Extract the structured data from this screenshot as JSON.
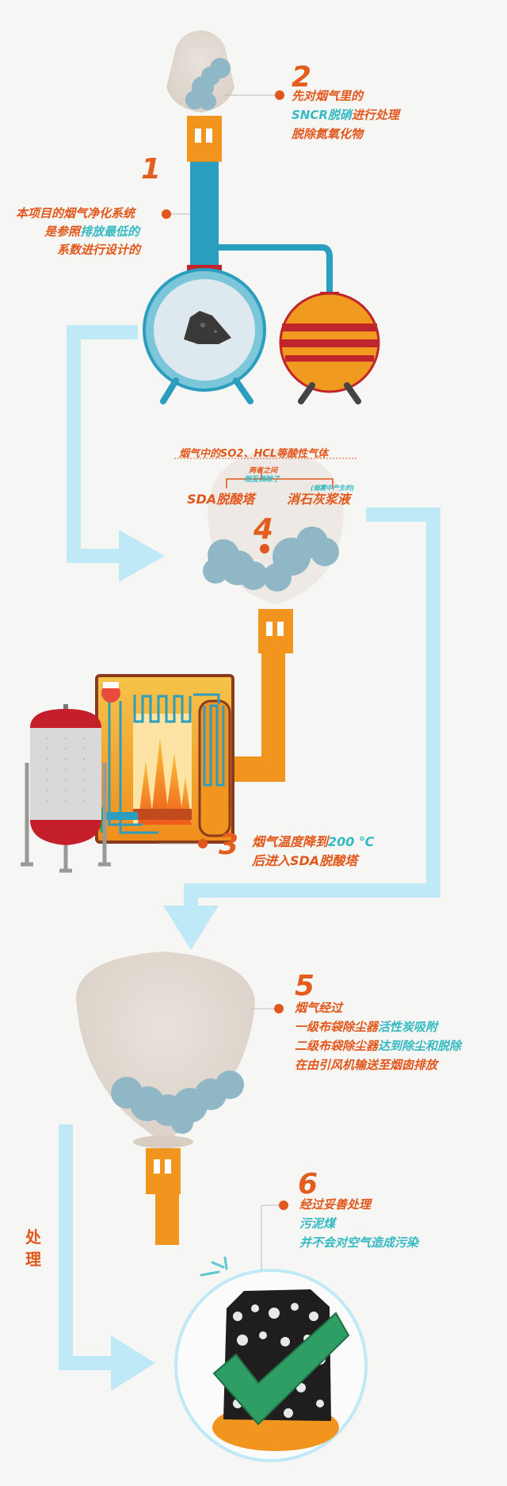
{
  "colors": {
    "accent_orange": "#e2571b",
    "accent_teal": "#35b9c2",
    "arrow_blue": "#bfe9f6",
    "pipe_blue": "#2b9ec0",
    "chimney_orange": "#f2951f"
  },
  "steps": {
    "s1": {
      "number": "1",
      "line1": "本项目的烟气净化系统",
      "line2a": "是参照",
      "line2b": "排放最低的",
      "line3": "系数进行设计的"
    },
    "s2": {
      "number": "2",
      "line1": "先对烟气里的",
      "line2a": "SNCR脱硝",
      "line2b": "进行处理",
      "line3": "脱除氮氧化物"
    },
    "s3": {
      "number": "3",
      "line1a": "烟气温度降到",
      "line1b": "200 ℃",
      "line2": "后进入SDA脱酸塔"
    },
    "s4": {
      "number": "4",
      "title": "烟气中的SO2、HCL等酸性气体",
      "middle_line1": "两者之间",
      "middle_line2": "相互消除了",
      "left": "SDA脱酸塔",
      "right": "消石灰浆液",
      "right_note": "(烟雾中产生的)"
    },
    "s5": {
      "number": "5",
      "line1": "烟气经过",
      "line2a": "一级布袋除尘器",
      "line2b": "活性炭吸附",
      "line3a": "二级布袋除尘器",
      "line3b": "达到除尘和脱除",
      "line4": "在由引风机输送至烟囱排放"
    },
    "s6": {
      "number": "6",
      "line1": "经过妥善处理",
      "line2": "污泥煤",
      "line3": "并不会对空气造成污染"
    }
  },
  "side_label": {
    "line1": "处",
    "line2": "理"
  },
  "icons": [
    "coal-icon",
    "furnace-icon",
    "tank-icon",
    "smoke-icon",
    "chimney-icon",
    "checkmark-icon",
    "flow-arrow-icon"
  ]
}
